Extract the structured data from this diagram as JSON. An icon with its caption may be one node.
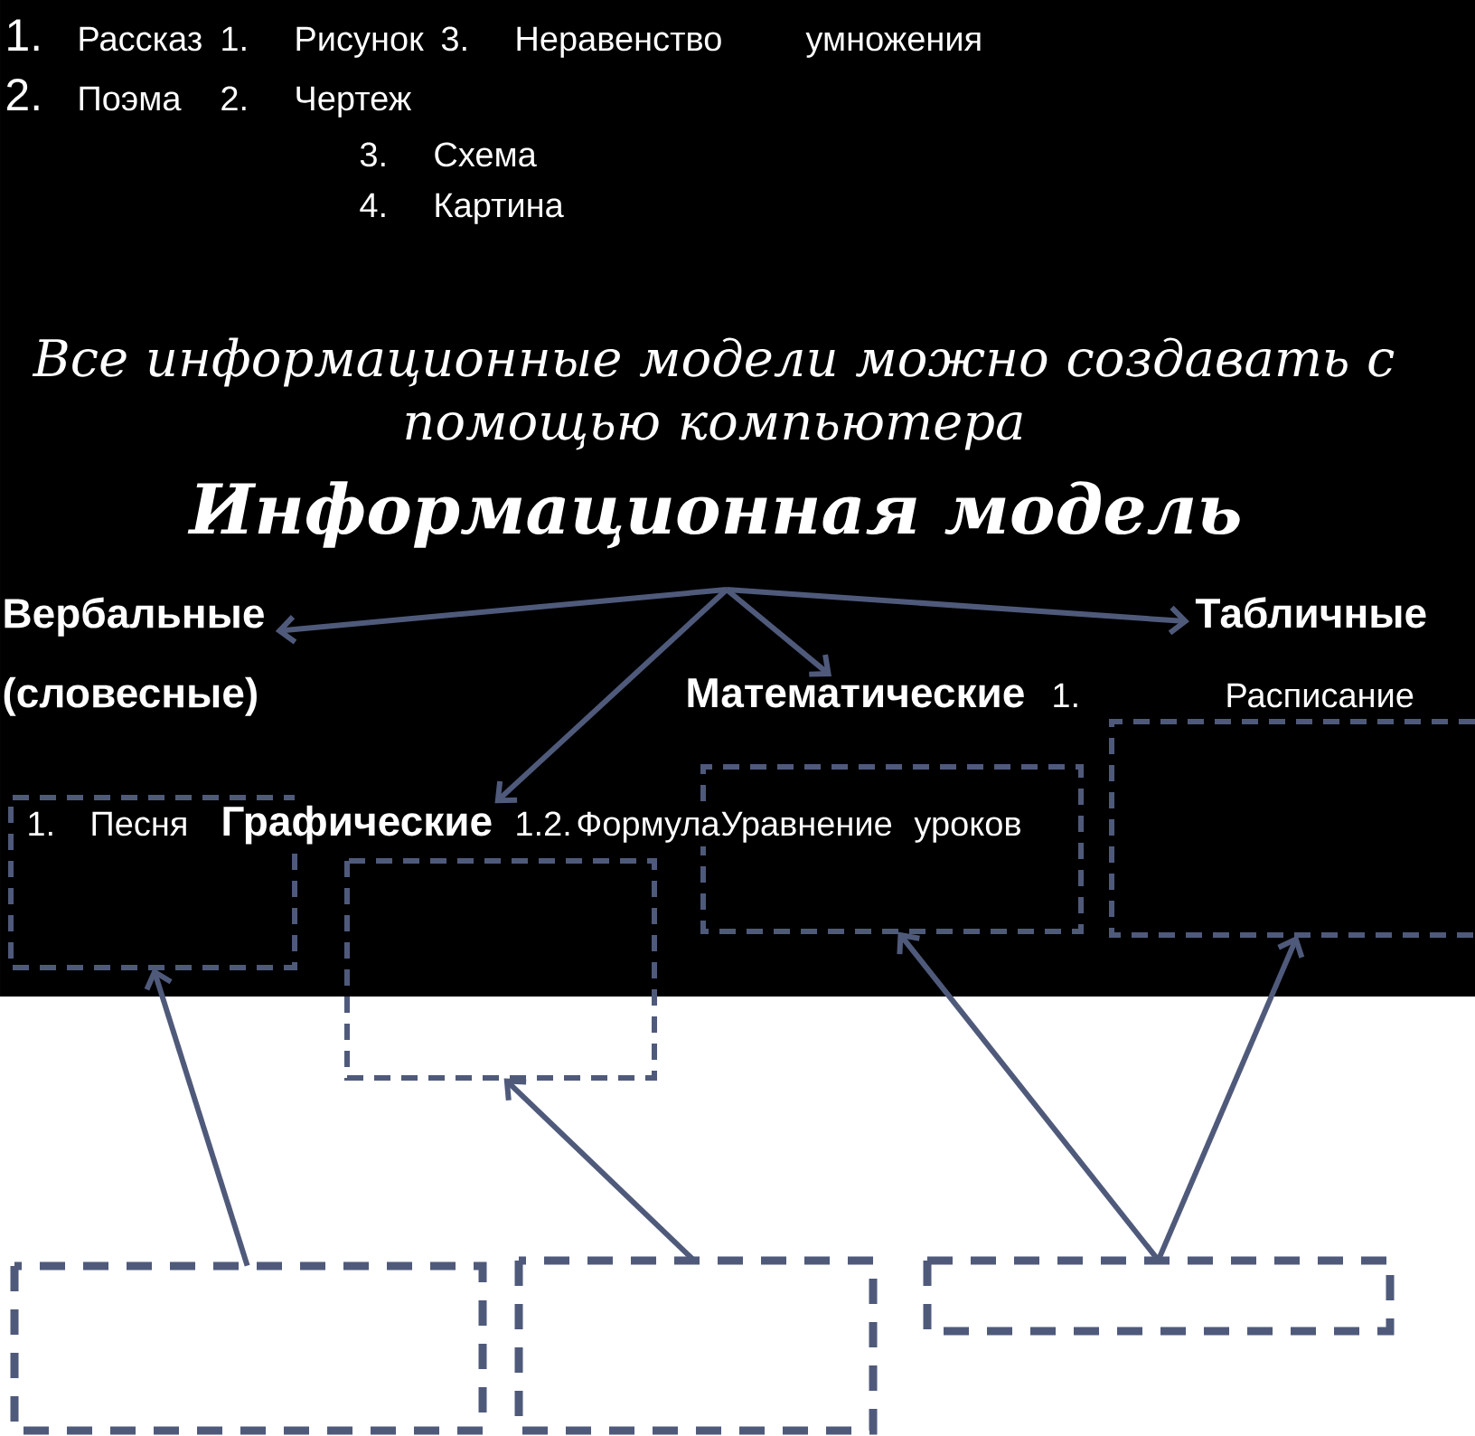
{
  "diagram": {
    "title": "Информационная модель",
    "nodes": [
      {
        "text": [
          "Вербальные (словесные)"
        ]
      },
      {
        "text": [
          "Табличные"
        ]
      },
      {
        "text": [
          "Математические"
        ]
      },
      {
        "text": [
          "Графические"
        ]
      },
      {
        "text": [],
        "shape": "box"
      },
      {
        "text": [],
        "shape": "box"
      },
      {
        "text": [],
        "shape": "box"
      },
      {
        "text": [],
        "shape": "box"
      },
      {
        "text": [],
        "shape": "box"
      },
      {
        "text": [],
        "shape": "box"
      },
      {
        "text": [],
        "shape": "box"
      }
    ],
    "edges": [
      {
        "from": null,
        "to": 0,
        "arrow": "to"
      },
      {
        "from": null,
        "to": 1,
        "arrow": "to"
      },
      {
        "from": null,
        "to": 2,
        "arrow": "to"
      },
      {
        "from": null,
        "to": 3,
        "arrow": "to"
      },
      {
        "from": 8,
        "to": 4,
        "arrow": "to"
      },
      {
        "from": 9,
        "to": 5,
        "arrow": "to"
      },
      {
        "from": 10,
        "to": 6,
        "arrow": "to"
      },
      {
        "from": 10,
        "to": 7,
        "arrow": "to"
      }
    ],
    "labels": [
      "1.",
      "Рассказ",
      "1.",
      "Рисунок",
      "3.",
      "Неравенство",
      "умножения",
      "2.",
      "Поэма",
      "2.",
      "Чертеж",
      "3.",
      "Схема",
      "4.",
      "Картина",
      "Все информационные модели можно создавать с помощью компьютера",
      "1.",
      "Расписание",
      "1.",
      "Песня",
      "1.2.",
      "Формула",
      "Уравнение",
      "уроков"
    ]
  }
}
